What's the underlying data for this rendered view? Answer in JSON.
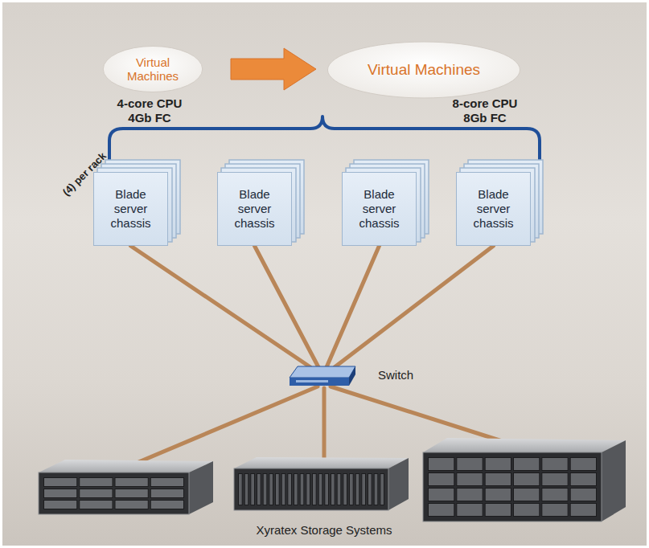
{
  "diagram": {
    "nodes": [
      {
        "text": [
          "Virtual Machines"
        ]
      },
      {
        "text": [
          "Virtual Machines"
        ]
      },
      {
        "text": [
          "Blade server chassis"
        ]
      },
      {
        "text": [
          "Blade server chassis"
        ]
      },
      {
        "text": [
          "Blade server chassis"
        ]
      },
      {
        "text": [
          "Blade server chassis"
        ]
      },
      {
        "text": [
          "Switch"
        ]
      }
    ],
    "edges": [
      {
        "from": 0,
        "to": 1,
        "arrow": "to"
      },
      {
        "from": 2,
        "to": 6,
        "arrow": "none"
      },
      {
        "from": 3,
        "to": 6,
        "arrow": "none"
      },
      {
        "from": 4,
        "to": 6,
        "arrow": "none"
      },
      {
        "from": 5,
        "to": 6,
        "arrow": "none"
      }
    ],
    "labels": [
      "4-core CPU 4Gb FC",
      "8-core CPU 8Gb FC",
      "(4) per rack",
      "Xyratex Storage Systems"
    ]
  }
}
